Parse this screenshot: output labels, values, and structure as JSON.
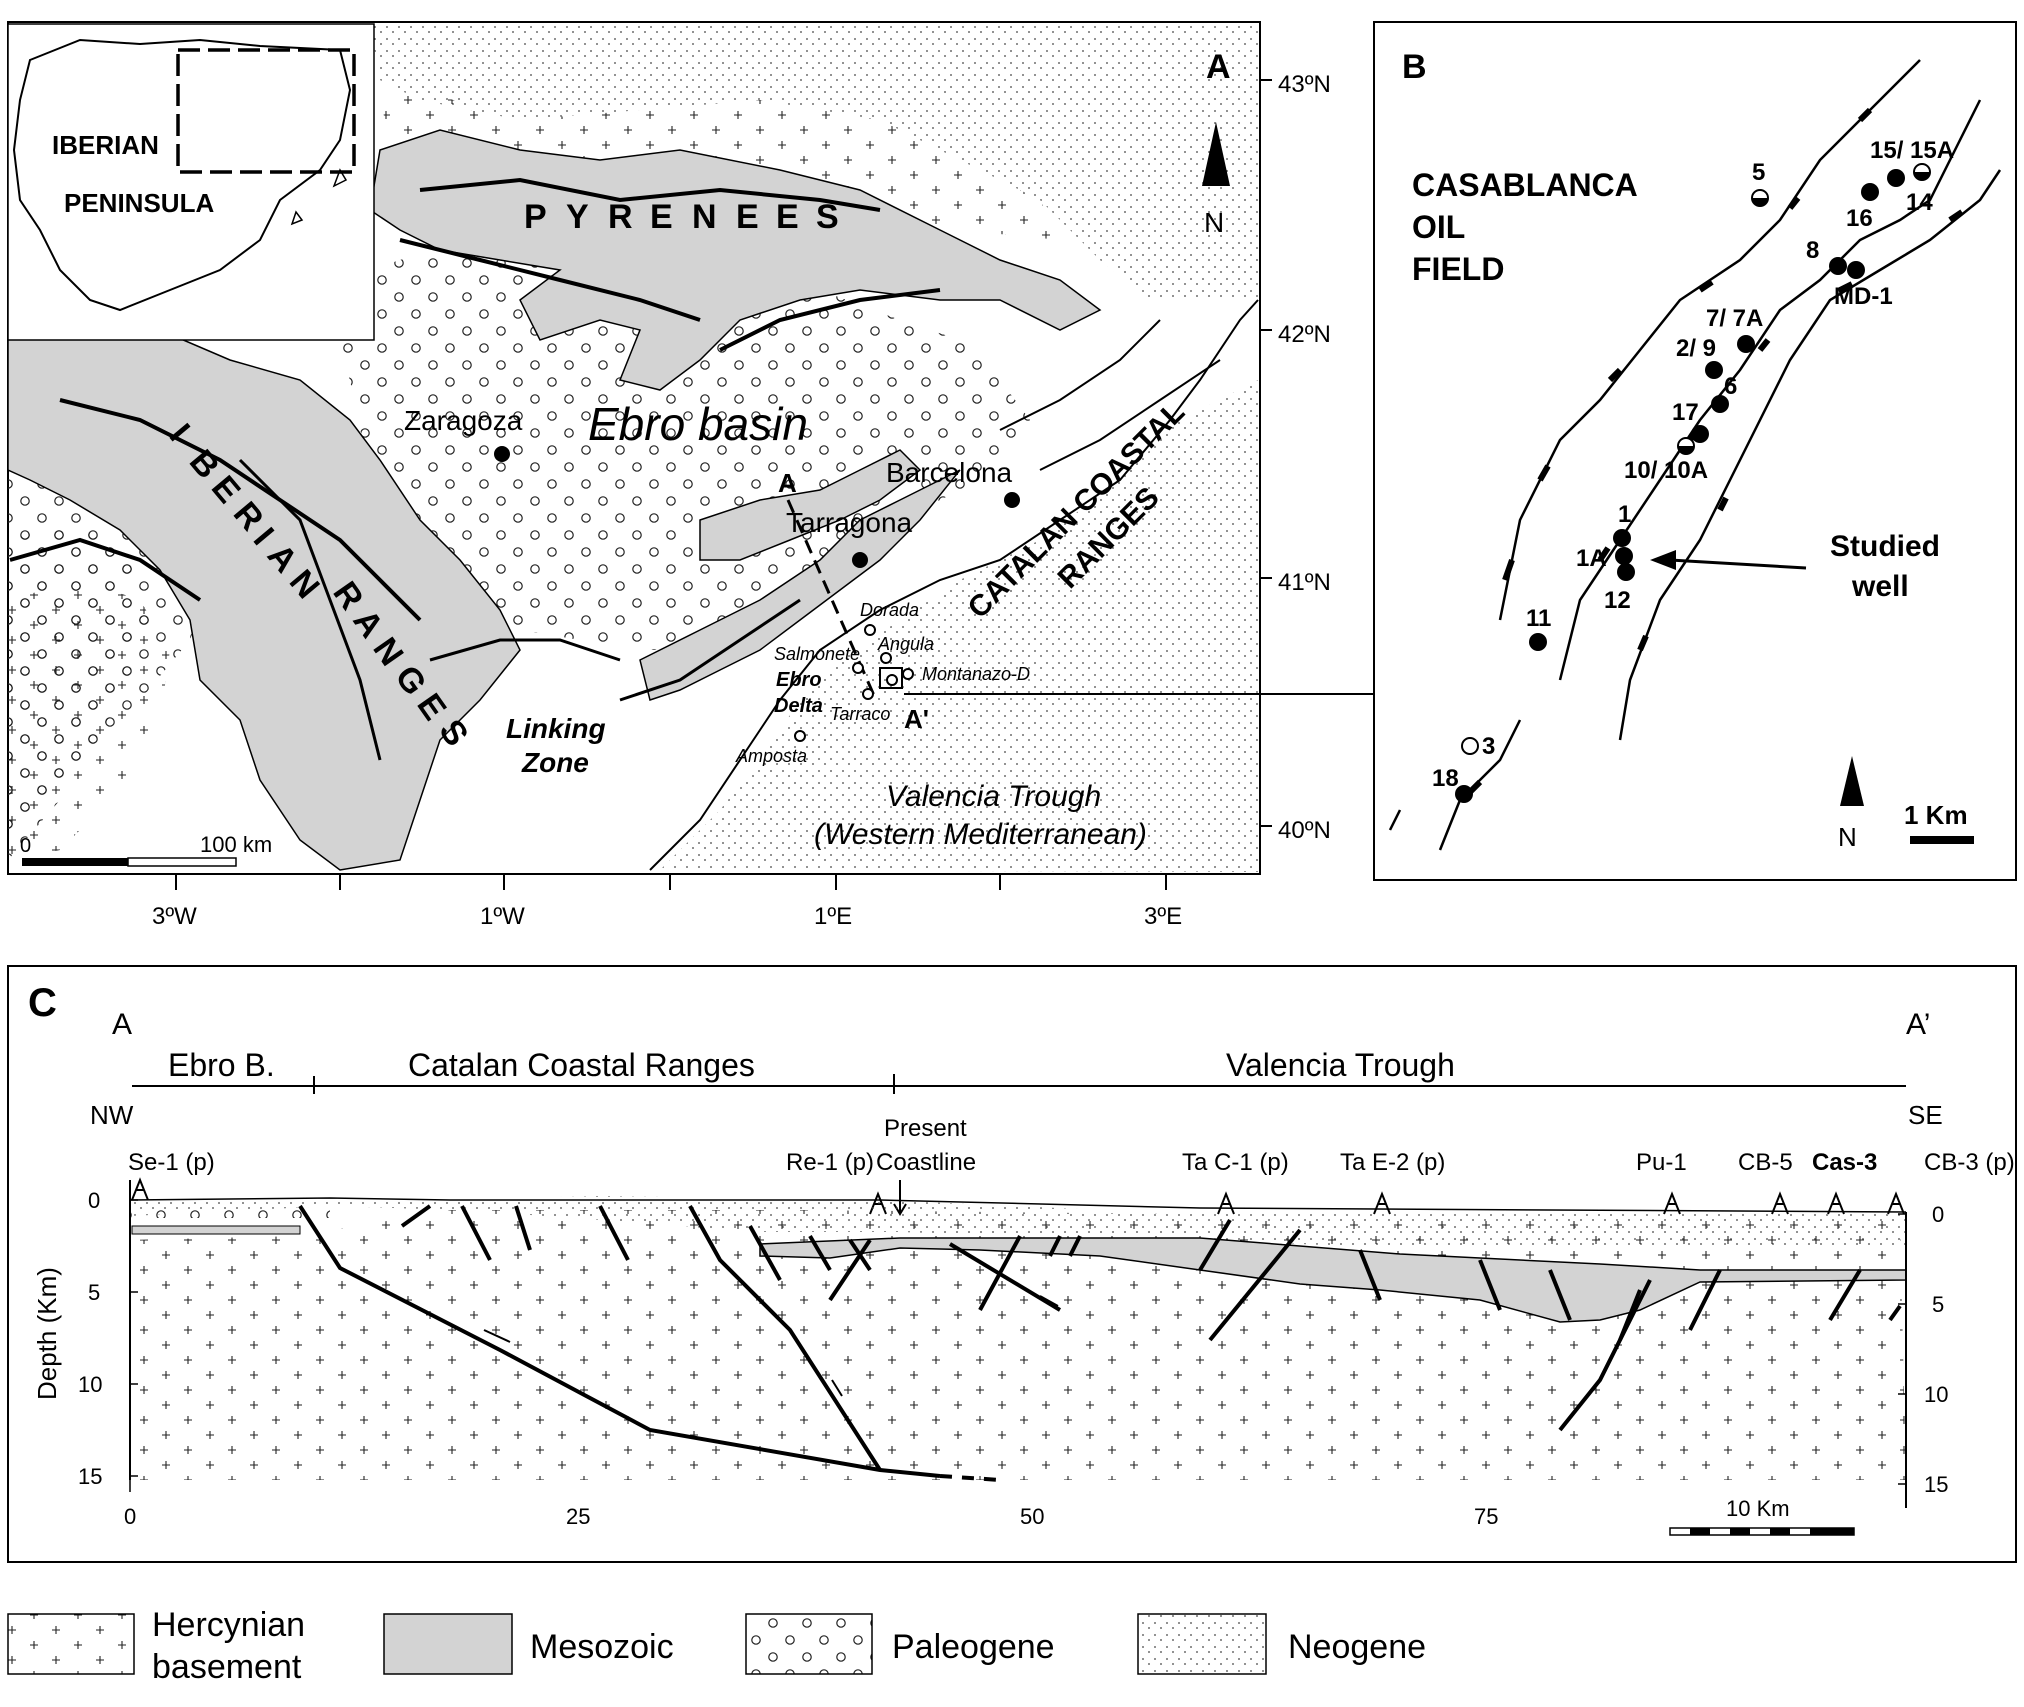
{
  "panel_a": {
    "letter": "A",
    "inset": {
      "iberian": "IBERIAN",
      "peninsula": "PENINSULA"
    },
    "north": "N",
    "lat_labels": [
      "43ºN",
      "42ºN",
      "41ºN",
      "40ºN"
    ],
    "lon_labels": [
      "3ºW",
      "1ºW",
      "1ºE",
      "3ºE"
    ],
    "scale_left": "0",
    "scale_right": "100 km",
    "pyrenees": [
      "P",
      "Y",
      "R",
      "E",
      "N",
      "E",
      "E",
      "S"
    ],
    "iberian_ranges": [
      "I",
      "B",
      "E",
      "R",
      "I",
      "A",
      "N"
    ],
    "ranges_word": [
      "R",
      "A",
      "N",
      "G",
      "E",
      "S"
    ],
    "ebro_basin": "Ebro basin",
    "zaragoza": "Zaragoza",
    "barcelona": "Barcelona",
    "tarragona": "Tarragona",
    "catalan_coastal": "CATALAN COASTAL",
    "ranges_label": "RANGES",
    "linking_zone": [
      "Linking",
      "Zone"
    ],
    "valencia_trough": [
      "Valencia Trough",
      "(Western Mediterranean)"
    ],
    "section_a": "A",
    "section_a_prime": "A'",
    "fields": [
      "Dorada",
      "Angula",
      "Salmonete",
      "Montanazo-D",
      "Tarraco",
      "Amposta"
    ],
    "ebro_delta": [
      "Ebro",
      "Delta"
    ]
  },
  "panel_b": {
    "letter": "B",
    "title": [
      "CASABLANCA",
      "OIL",
      "FIELD"
    ],
    "wells": [
      "5",
      "15/ 15A",
      "14",
      "16",
      "8",
      "MD-1",
      "7/ 7A",
      "2/ 9",
      "6",
      "17",
      "10/ 10A",
      "1",
      "1A",
      "12",
      "11",
      "3",
      "18"
    ],
    "studied_well": [
      "Studied",
      "well"
    ],
    "north": "N",
    "scale": "1 Km"
  },
  "panel_c": {
    "letter": "C",
    "a": "A",
    "a_prime": "A’",
    "nw": "NW",
    "se": "SE",
    "domains": [
      "Ebro B.",
      "Catalan Coastal Ranges",
      "Valencia Trough"
    ],
    "wells": [
      "Se-1 (p)",
      "Re-1 (p)",
      "Ta C-1 (p)",
      "Ta E-2 (p)",
      "Pu-1",
      "CB-5",
      "Cas-3",
      "CB-3 (p)"
    ],
    "coastline": [
      "Present",
      "Coastline"
    ],
    "y_axis_label": "Depth (Km)",
    "left_ticks": [
      "0",
      "5",
      "10",
      "15"
    ],
    "right_ticks": [
      "0",
      "5",
      "10",
      "15"
    ],
    "x_ticks": [
      "0",
      "25",
      "50",
      "75"
    ],
    "scale": "10 Km"
  },
  "legend": [
    {
      "label_1": "Hercynian",
      "label_2": "basement"
    },
    {
      "label_1": "Mesozoic"
    },
    {
      "label_1": "Paleogene"
    },
    {
      "label_1": "Neogene"
    }
  ]
}
